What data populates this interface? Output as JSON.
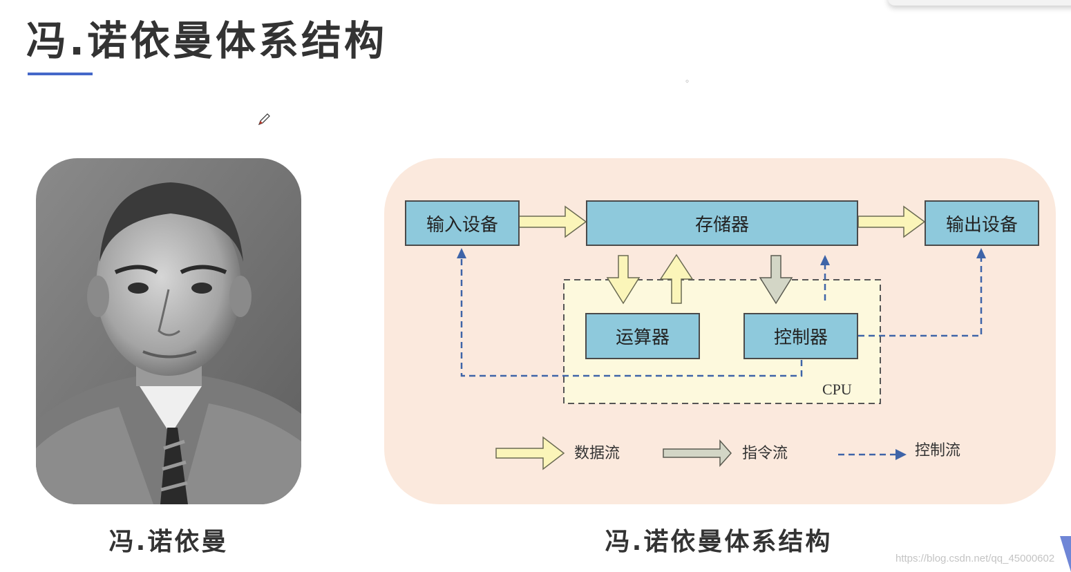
{
  "header": {
    "title": "冯.诺依曼体系结构"
  },
  "portrait": {
    "caption": "冯.诺依曼"
  },
  "diagram": {
    "caption": "冯.诺依曼体系结构",
    "nodes": {
      "input": "输入设备",
      "memory": "存储器",
      "output": "输出设备",
      "alu": "运算器",
      "controller": "控制器"
    },
    "cpu_label": "CPU",
    "legend": {
      "data_flow": "数据流",
      "instruction_flow": "指令流",
      "control_flow": "控制流"
    },
    "colors": {
      "panel_background": "#fbe9dd",
      "cpu_background": "#fdf9dd",
      "node_fill": "#8ec9dc",
      "data_flow_arrow": "#fbf5b9",
      "instruction_flow_arrow": "#d3d6c6",
      "control_flow_line": "#3e64a8"
    }
  },
  "footer": {
    "watermark": "https://blog.csdn.net/qq_45000602"
  },
  "colors": {
    "title_underline": "#4468c9",
    "title_text": "#333333"
  }
}
